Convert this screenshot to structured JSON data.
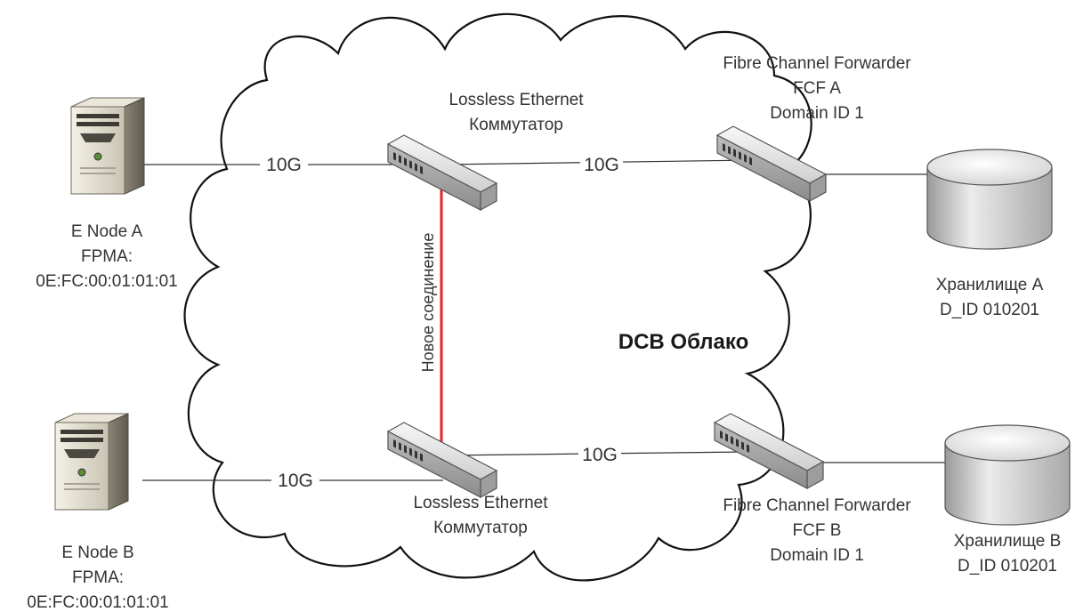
{
  "cloud": {
    "title": "DCB Облако"
  },
  "links": {
    "node_a_to_switch_top": "10G",
    "switch_top_to_fcf_a": "10G",
    "node_b_to_switch_bottom": "10G",
    "switch_bottom_to_fcf_b": "10G",
    "new_connection": "Новое соединение",
    "new_connection_color": "#e32626"
  },
  "node_a": {
    "name": "E Node A",
    "fpma_label": "FPMA:",
    "fpma": "0E:FC:00:01:01:01"
  },
  "node_b": {
    "name": "E Node B",
    "fpma_label": "FPMA:",
    "fpma": "0E:FC:00:01:01:01"
  },
  "switch_top": {
    "line1": "Lossless Ethernet",
    "line2": "Коммутатор"
  },
  "switch_bottom": {
    "line1": "Lossless Ethernet",
    "line2": "Коммутатор"
  },
  "fcf_a": {
    "line1": "Fibre Channel Forwarder",
    "line2": "FCF A",
    "line3": "Domain ID 1"
  },
  "fcf_b": {
    "line1": "Fibre Channel Forwarder",
    "line2": "FCF B",
    "line3": "Domain ID 1"
  },
  "storage_a": {
    "name": "Хранилище A",
    "did": "D_ID 010201"
  },
  "storage_b": {
    "name": "Хранилище B",
    "did": "D_ID 010201"
  }
}
